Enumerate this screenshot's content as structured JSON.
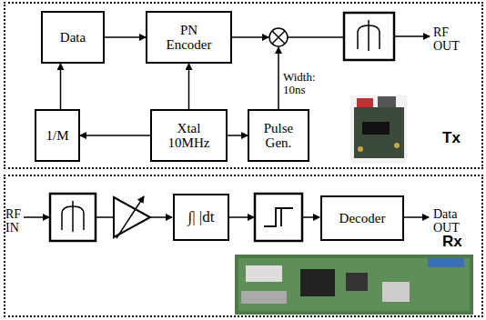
{
  "diagram": {
    "nodes": [
      {
        "text": [
          "Tx"
        ]
      },
      {
        "text": [
          "Data"
        ],
        "in": 0
      },
      {
        "text": [
          "PN Encoder"
        ],
        "in": 0
      },
      {
        "text": [
          "1/M"
        ],
        "in": 0
      },
      {
        "text": [
          "Xtal 10MHz"
        ],
        "in": 0
      },
      {
        "text": [
          "Pulse Gen."
        ],
        "in": 0
      },
      {
        "text": [
          "Rx"
        ]
      },
      {
        "text": [
          "∫| |dt"
        ],
        "in": 6
      },
      {
        "text": [
          "Decoder"
        ],
        "in": 6
      }
    ],
    "edges": [
      {
        "from": 1,
        "to": 2,
        "arrow": "to"
      },
      {
        "from": 3,
        "to": 1,
        "arrow": "to"
      },
      {
        "from": 4,
        "to": 3,
        "arrow": "to"
      },
      {
        "from": 4,
        "to": 2,
        "arrow": "to"
      },
      {
        "from": 4,
        "to": 5,
        "arrow": "to"
      }
    ],
    "labels": [
      "RF OUT",
      "Width: 10ns",
      "RF IN",
      "Data OUT"
    ]
  }
}
